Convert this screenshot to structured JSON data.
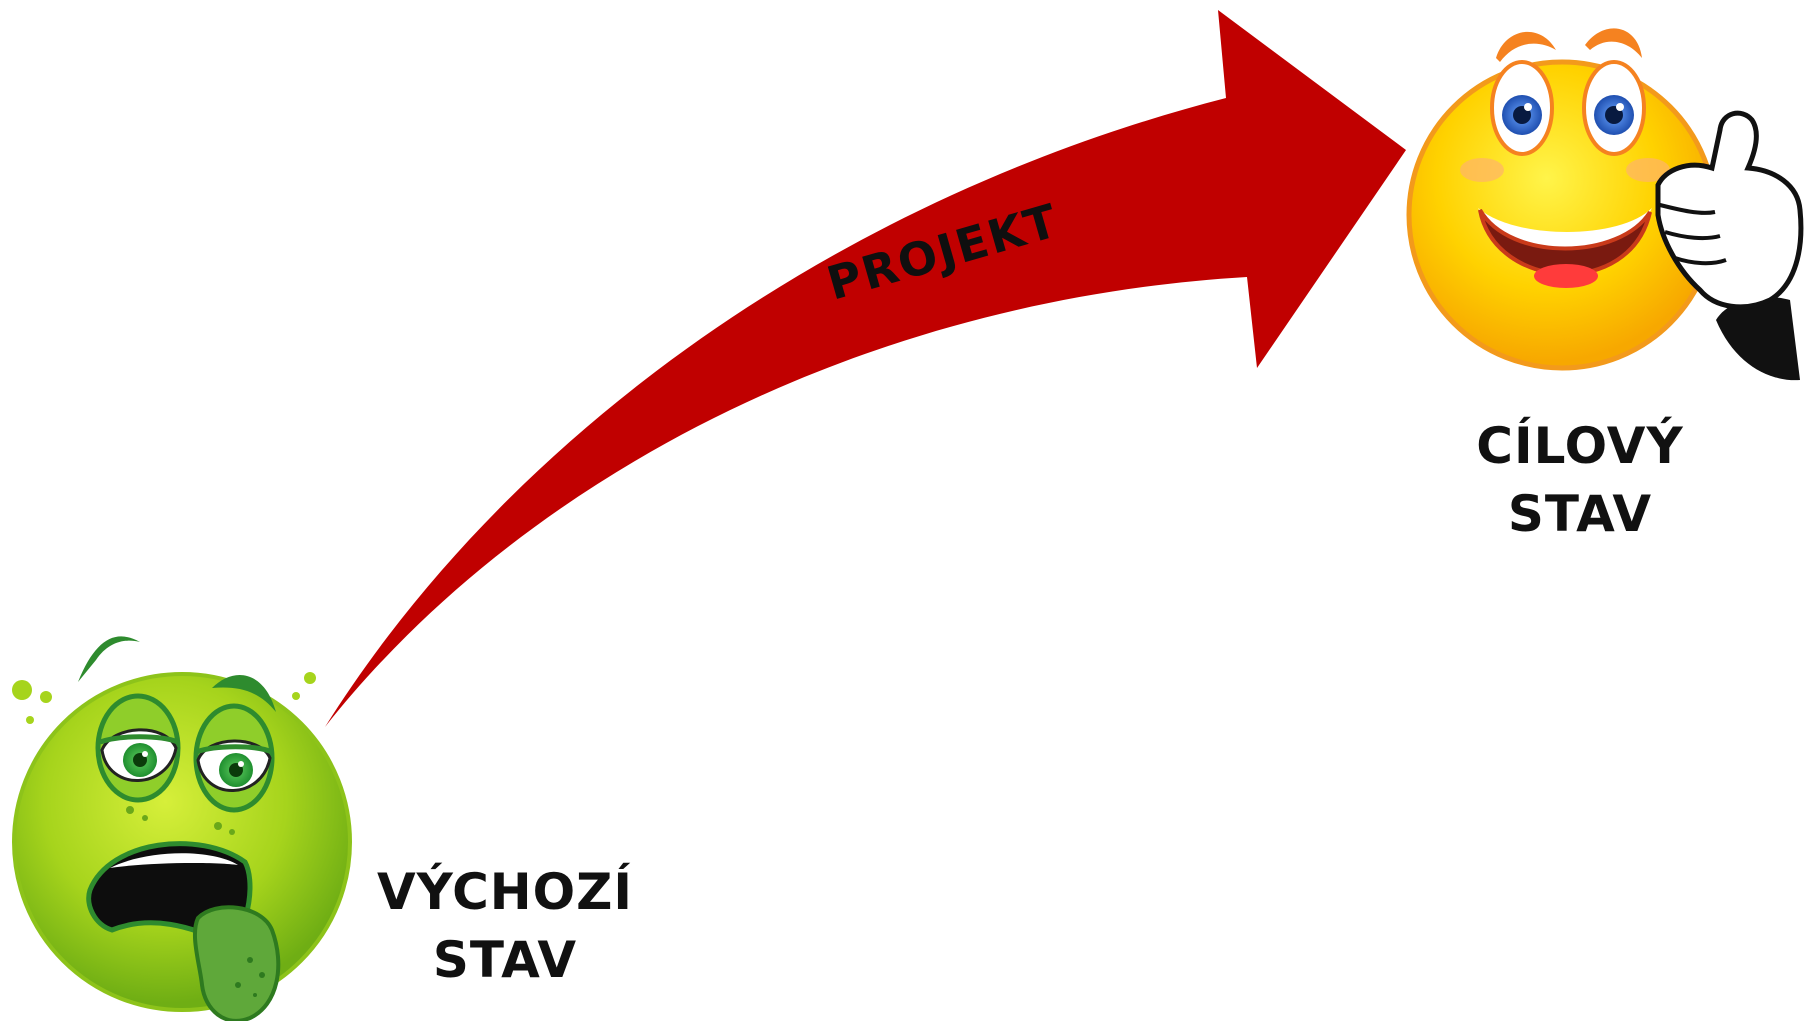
{
  "arrow": {
    "label": "PROJEKT",
    "color": "#c00000"
  },
  "start_state": {
    "line1": "VÝCHOZÍ",
    "line2": "STAV",
    "face_icon": "sick-face-icon",
    "face_color": "#a8d41a"
  },
  "target_state": {
    "line1": "CÍLOVÝ",
    "line2": "STAV",
    "face_icon": "happy-thumbs-up-face-icon",
    "face_color": "#ffd400"
  }
}
